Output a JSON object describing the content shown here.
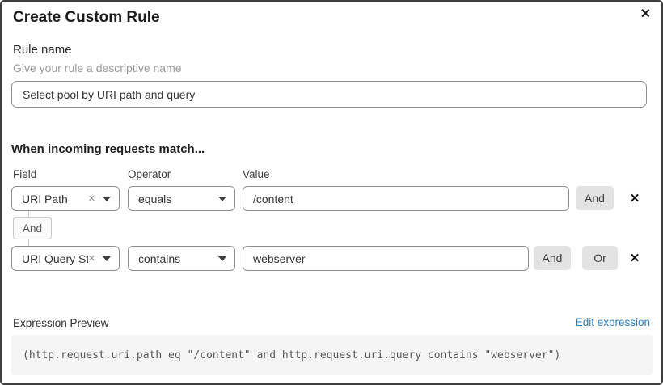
{
  "dialog": {
    "title": "Create Custom Rule",
    "close_icon": "✕"
  },
  "rule_name": {
    "label": "Rule name",
    "helper": "Give your rule a descriptive name",
    "value": "Select pool by URI path and query"
  },
  "match": {
    "heading": "When incoming requests match...",
    "columns": {
      "field": "Field",
      "operator": "Operator",
      "value": "Value"
    },
    "rows": [
      {
        "field": "URI Path",
        "operator": "equals",
        "value": "/content",
        "clear_icon": "✕",
        "delete_icon": "✕",
        "buttons": [
          "And"
        ]
      },
      {
        "field": "URI Query St...",
        "operator": "contains",
        "value": "webserver",
        "clear_icon": "✕",
        "delete_icon": "✕",
        "buttons": [
          "And",
          "Or"
        ]
      }
    ],
    "connector": "And"
  },
  "expression": {
    "label": "Expression Preview",
    "edit_link": "Edit expression",
    "code": "(http.request.uri.path eq \"/content\" and http.request.uri.query contains \"webserver\")"
  },
  "colors": {
    "link": "#2e7dbc",
    "button_bg": "#e3e3e3",
    "code_bg": "#f5f5f5",
    "input_border": "#8f8f8f"
  }
}
